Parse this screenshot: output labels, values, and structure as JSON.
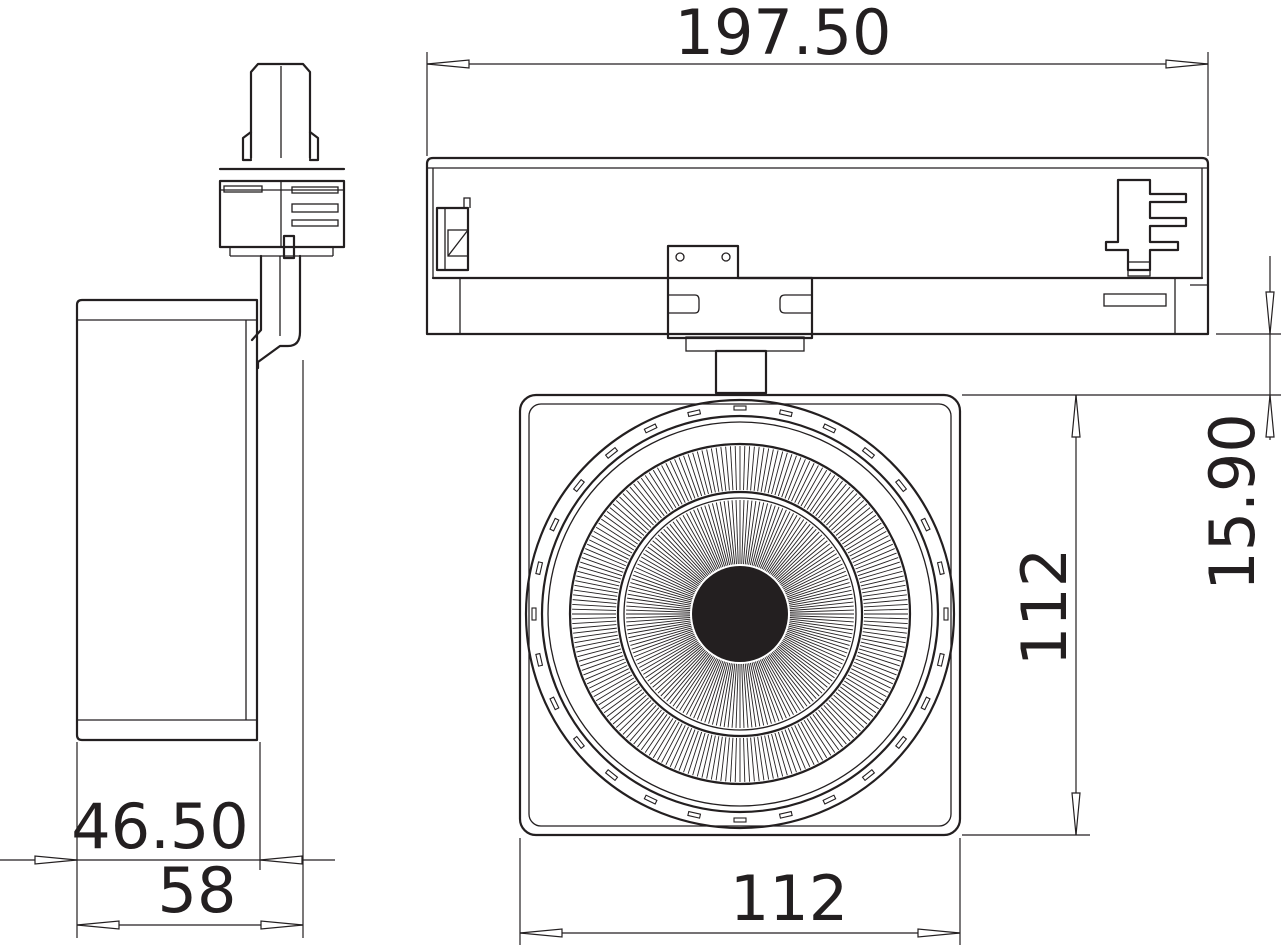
{
  "dimensions": {
    "total_width": "197.50",
    "head_width": "112",
    "head_height": "112",
    "adapter_offset": "15.90",
    "side_body_depth": "46.50",
    "side_total_depth": "58"
  },
  "colors": {
    "line": "#231f20",
    "background": "#ffffff"
  }
}
